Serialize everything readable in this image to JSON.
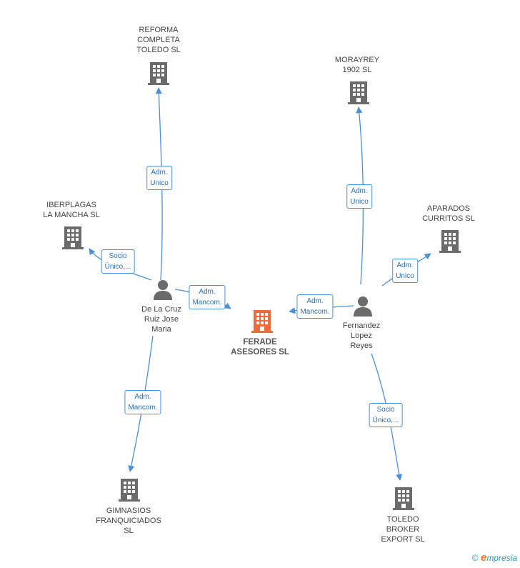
{
  "nodes": {
    "reforma": {
      "label": "REFORMA\nCOMPLETA\nTOLEDO SL",
      "type": "company"
    },
    "morayrey": {
      "label": "MORAYREY\n1902 SL",
      "type": "company"
    },
    "iberplagas": {
      "label": "IBERPLAGAS\nLA MANCHA SL",
      "type": "company"
    },
    "aparados": {
      "label": "APARADOS\nCURRITOS SL",
      "type": "company"
    },
    "ferade": {
      "label": "FERADE\nASESORES SL",
      "type": "company-main"
    },
    "delacruz": {
      "label": "De La Cruz\nRuiz Jose\nMaria",
      "type": "person"
    },
    "fernandez": {
      "label": "Fernandez\nLopez\nReyes",
      "type": "person"
    },
    "gimnasios": {
      "label": "GIMNASIOS\nFRANQUICIADOS\nSL",
      "type": "company"
    },
    "toledo": {
      "label": "TOLEDO\nBROKER\nEXPORT  SL",
      "type": "company"
    }
  },
  "relations": {
    "r1": "Adm.\nUnico",
    "r2": "Socio\nÚnico,...",
    "r3": "Adm.\nMancom.",
    "r4": "Adm.\nMancom.",
    "r5": "Adm.\nUnico",
    "r6": "Adm.\nUnico",
    "r7": "Adm.\nMancom.",
    "r8": "Socio\nÚnico,..."
  },
  "footer": {
    "copyright": "©",
    "brand_e": "e",
    "brand_rest": "mpresia"
  },
  "colors": {
    "edge": "#4a90d9",
    "company": "#6b6b6b",
    "main": "#f06a3c",
    "person": "#6b6b6b"
  }
}
